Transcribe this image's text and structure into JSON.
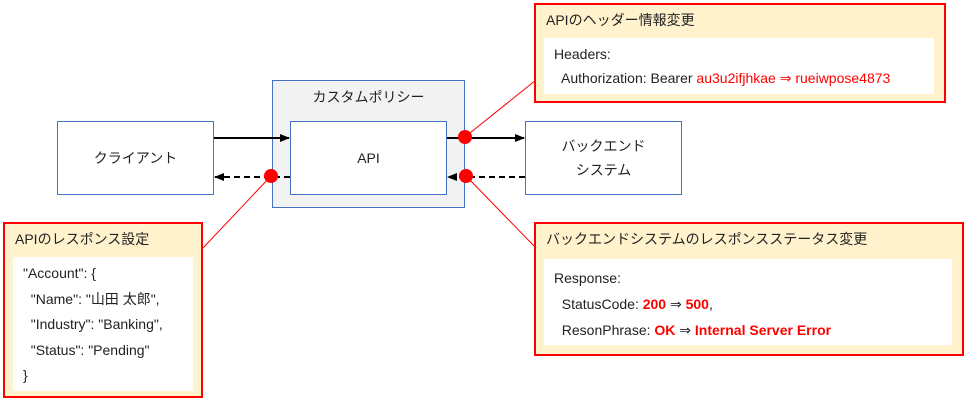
{
  "nodes": {
    "client": "クライアント",
    "policy": "カスタムポリシー",
    "api": "API",
    "backend_line1": "バックエンド",
    "backend_line2": "システム"
  },
  "callout_headers": {
    "title": "APIのヘッダー情報変更",
    "line1": "Headers:",
    "line2_label": "Authorization: Bearer ",
    "old_token": "au3u2ifjhkae",
    "arrow": " ⇒ ",
    "new_token": "rueiwpose4873"
  },
  "callout_response": {
    "title": "APIのレスポンス設定",
    "lines": [
      "\"Account\": {",
      "  \"Name\": \"山田 太郎\",",
      "  \"Industry\": \"Banking\",",
      "  \"Status\": \"Pending\"",
      "}"
    ]
  },
  "callout_status": {
    "title": "バックエンドシステムのレスポンスステータス変更",
    "line1": "Response:",
    "status_label": "StatusCode: ",
    "status_old": "200",
    "arrow": " ⇒ ",
    "status_new": "500",
    "status_suffix": ",",
    "reason_label": "ResonPhrase: ",
    "reason_old": "OK",
    "reason_new": "Internal Server Error"
  },
  "colors": {
    "box_border": "#4472c4",
    "callout_border": "#ff0000",
    "callout_fill": "#fff2cc",
    "marker": "#ff0000"
  }
}
